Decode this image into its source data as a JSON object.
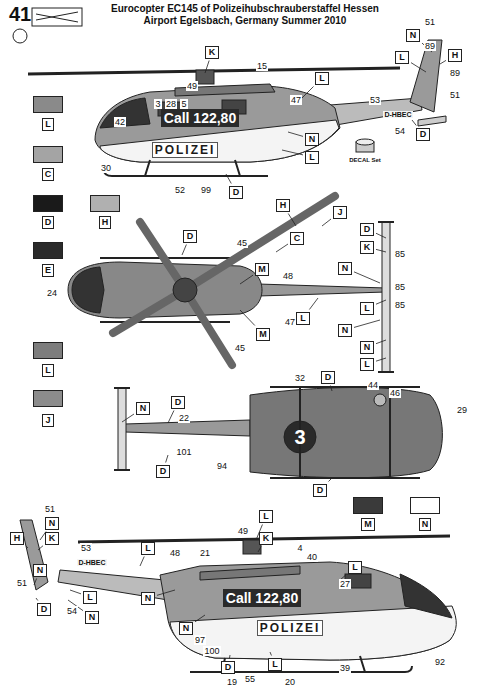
{
  "diagram": {
    "title": "Eurocopter EC145 of Polizeihubschrauberstaffel Hessen Airport Egelsbach, Germany Summer 2010",
    "nodes": [
      {
        "text": [
          "K"
        ]
      },
      {
        "text": [
          "L"
        ]
      },
      {
        "text": [
          "N"
        ]
      },
      {
        "text": [
          "L"
        ]
      },
      {
        "text": [
          "H"
        ]
      },
      {
        "text": [
          "D"
        ]
      },
      {
        "text": [
          "N"
        ]
      },
      {
        "text": [
          "L"
        ]
      },
      {
        "text": [
          "D"
        ]
      },
      {
        "text": [
          "D"
        ]
      },
      {
        "text": [
          "H"
        ]
      },
      {
        "text": [
          "C"
        ]
      },
      {
        "text": [
          "J"
        ]
      },
      {
        "text": [
          "M"
        ]
      },
      {
        "text": [
          "M"
        ]
      },
      {
        "text": [
          "L"
        ]
      },
      {
        "text": [
          "D"
        ]
      },
      {
        "text": [
          "K"
        ]
      },
      {
        "text": [
          "N"
        ]
      },
      {
        "text": [
          "L"
        ]
      },
      {
        "text": [
          "N"
        ]
      },
      {
        "text": [
          "N"
        ]
      },
      {
        "text": [
          "L"
        ]
      },
      {
        "text": [
          "D"
        ]
      },
      {
        "text": [
          "N"
        ]
      },
      {
        "text": [
          "D"
        ]
      },
      {
        "text": [
          "D"
        ]
      },
      {
        "text": [
          "D"
        ]
      },
      {
        "text": [
          "N"
        ]
      },
      {
        "text": [
          "K"
        ]
      },
      {
        "text": [
          "H"
        ]
      },
      {
        "text": [
          "N"
        ]
      },
      {
        "text": [
          "D"
        ]
      },
      {
        "text": [
          "L"
        ]
      },
      {
        "text": [
          "N"
        ]
      },
      {
        "text": [
          "L"
        ]
      },
      {
        "text": [
          "L"
        ]
      },
      {
        "text": [
          "K"
        ]
      },
      {
        "text": [
          "N"
        ]
      },
      {
        "text": [
          "L"
        ]
      },
      {
        "text": [
          "N"
        ]
      },
      {
        "text": [
          "D"
        ]
      },
      {
        "text": [
          "L"
        ]
      }
    ],
    "labels": [
      "41",
      "51",
      "89",
      "89",
      "51",
      "53",
      "D-HBEC",
      "54",
      "15",
      "49",
      "3",
      "28",
      "5",
      "42",
      "47",
      "Call 122,80",
      "POLIZEI",
      "DECAL Set",
      "30",
      "52",
      "99",
      "45",
      "48",
      "24",
      "47",
      "45",
      "85",
      "85",
      "85",
      "32",
      "44",
      "46",
      "29",
      "3",
      "22",
      "101",
      "94",
      "51",
      "53",
      "D-HBEC",
      "51",
      "54",
      "49",
      "4",
      "48",
      "21",
      "40",
      "27",
      "Call 122,80",
      "POLIZEI",
      "97",
      "100",
      "19",
      "55",
      "20",
      "39",
      "92"
    ],
    "legend": [
      {
        "text": "L",
        "color": "#8a8a8a"
      },
      {
        "text": "C",
        "color": "#a4a4a4"
      },
      {
        "text": "D",
        "color": "#1a1a1a"
      },
      {
        "text": "H",
        "color": "#b0b0b0"
      },
      {
        "text": "E",
        "color": "#2a2a2a"
      },
      {
        "text": "L",
        "color": "#7d7d7d"
      },
      {
        "text": "J",
        "color": "#8c8c8c"
      },
      {
        "text": "M",
        "color": "#3a3a3a"
      },
      {
        "text": "N",
        "color": "#ffffff"
      }
    ]
  }
}
